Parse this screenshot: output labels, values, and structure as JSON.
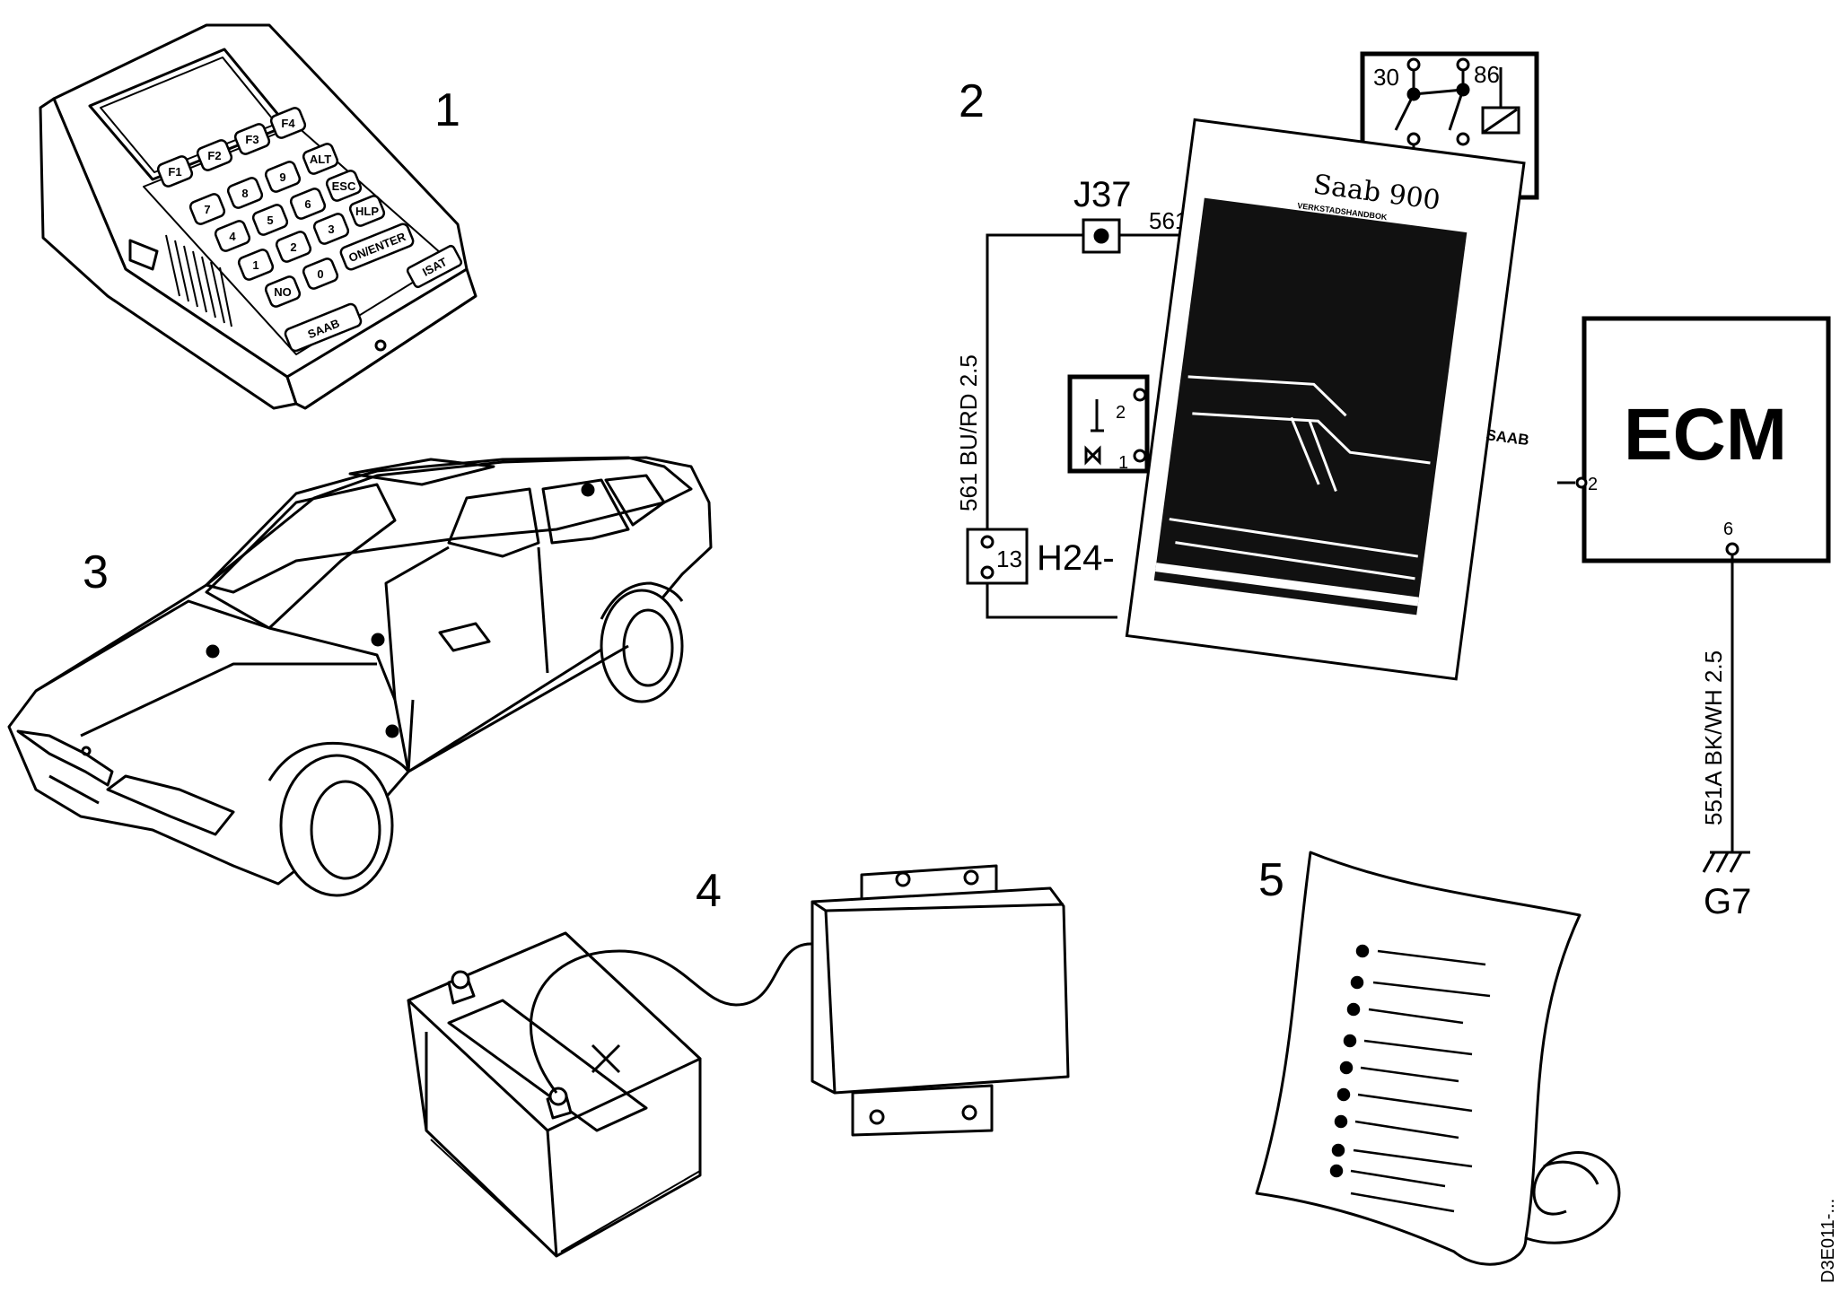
{
  "callouts": {
    "item_1": "1",
    "item_2": "2",
    "item_3": "3",
    "item_4": "4",
    "item_5": "5"
  },
  "tester": {
    "keys_top": [
      "F1",
      "F2",
      "F3",
      "F4"
    ],
    "keys_row2": [
      "7",
      "8",
      "9",
      "ALT"
    ],
    "keys_row3": [
      "4",
      "5",
      "6",
      "ESC"
    ],
    "keys_row4": [
      "1",
      "2",
      "3",
      "HLP"
    ],
    "keys_row5": [
      "NO",
      "0",
      "ON/ENTER"
    ],
    "brand_left": "SAAB",
    "brand_right": "ISAT"
  },
  "manual": {
    "title": "Saab 900",
    "subtitle": "VERKSTADSHANDBOK",
    "brand": "SAAB"
  },
  "wiring": {
    "connector_j37": "J37",
    "wire_561": "561",
    "wire_561_bu_rd": "561 BU/RD 2.5",
    "connector_h24": "H24-",
    "h24_pin": "13",
    "relay_pin_30": "30",
    "relay_pin_86": "86",
    "sensor_pin_2": "2",
    "sensor_pin_1": "1",
    "ecm_label": "ECM",
    "ecm_pin_2": "2",
    "ecm_pin_6": "6",
    "wire_551a": "551A BK/WH 2.5",
    "ground_g7": "G7"
  },
  "side_code": "D3E011-..."
}
